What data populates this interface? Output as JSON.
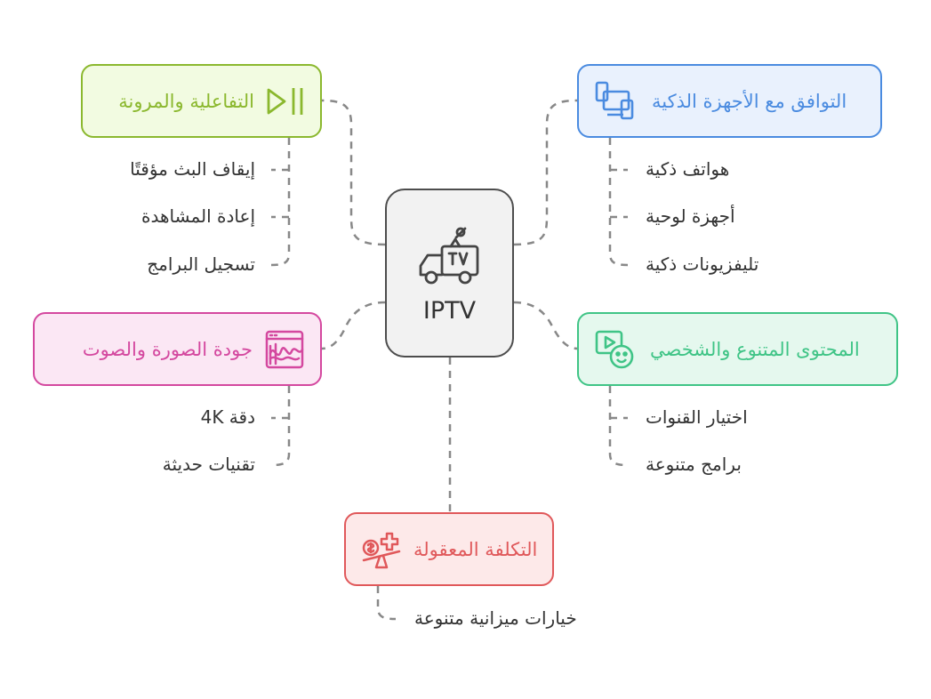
{
  "center": {
    "label": "IPTV",
    "icon": "tv-van-icon"
  },
  "branches": {
    "interactivity": {
      "title": "التفاعلية والمرونة",
      "icon": "play-pause-icon",
      "color": "#8bb82e",
      "fill": "#f2fbe1",
      "items": [
        "إيقاف البث مؤقتًا",
        "إعادة المشاهدة",
        "تسجيل البرامج"
      ]
    },
    "devices": {
      "title": "التوافق مع الأجهزة الذكية",
      "icon": "devices-icon",
      "color": "#4a8be0",
      "fill": "#e9f1fd",
      "items": [
        "هواتف ذكية",
        "أجهزة لوحية",
        "تليفزيونات ذكية"
      ]
    },
    "quality": {
      "title": "جودة الصورة والصوت",
      "icon": "audio-wave-icon",
      "color": "#d4489f",
      "fill": "#fbe7f4",
      "items": [
        "دقة 4K",
        "تقنيات حديثة"
      ]
    },
    "content": {
      "title": "المحتوى المتنوع والشخصي",
      "icon": "personalized-video-icon",
      "color": "#3fc486",
      "fill": "#e5f8ee",
      "items": [
        "اختيار القنوات",
        "برامج متنوعة"
      ]
    },
    "cost": {
      "title": "التكلفة المعقولة",
      "icon": "cost-scale-icon",
      "color": "#e0585a",
      "fill": "#fde9e9",
      "items": [
        "خيارات ميزانية متنوعة"
      ]
    }
  }
}
